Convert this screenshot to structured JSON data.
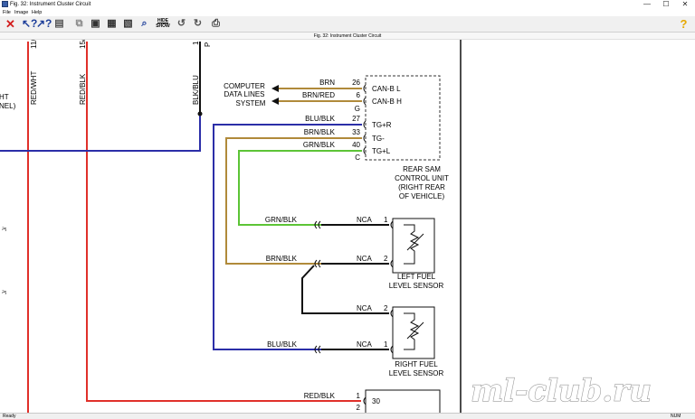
{
  "window": {
    "title": "Fig. 32: Instrument Cluster Circuit",
    "minimize": "—",
    "maximize": "☐",
    "close": "✕"
  },
  "menu": {
    "file": "File",
    "image": "Image",
    "help": "Help"
  },
  "toolbar": {
    "show_label_top": "HIDE",
    "show_label_bottom": "SHOW",
    "help_glyph": "?"
  },
  "document_title": "Fig. 32: Instrument Cluster Circuit",
  "diagram": {
    "left_wires": {
      "redwht_label": "RED/WHT",
      "redwht_pin": "11/",
      "redblk_label": "RED/BLK",
      "redblk_pin": "15/",
      "blkblu_label": "BLK/BLU",
      "blkblu_pin": "1",
      "blkblu_conn": "P",
      "cut_label_1": "HT",
      "cut_label_2": "NEL)",
      "edge_pin_1": "J/",
      "edge_pin_2": "J/"
    },
    "computer_data_lines": {
      "line1": "COMPUTER",
      "line2": "DATA LINES",
      "line3": "SYSTEM"
    },
    "rear_sam": {
      "name_line1": "REAR SAM",
      "name_line2": "CONTROL UNIT",
      "name_line3": "(RIGHT REAR",
      "name_line4": "OF VEHICLE)",
      "pins": [
        {
          "wire": "BRN",
          "pin": "26",
          "signal": "CAN-B L"
        },
        {
          "wire": "BRN/RED",
          "pin": "6",
          "signal": "CAN-B H"
        },
        {
          "wire": "",
          "pin": "G",
          "signal": ""
        },
        {
          "wire": "BLU/BLK",
          "pin": "27",
          "signal": "TG+R"
        },
        {
          "wire": "BRN/BLK",
          "pin": "33",
          "signal": "TG-"
        },
        {
          "wire": "GRN/BLK",
          "pin": "40",
          "signal": "TG+L"
        },
        {
          "wire": "",
          "pin": "C",
          "signal": ""
        }
      ]
    },
    "left_fuel": {
      "name_line1": "LEFT FUEL",
      "name_line2": "LEVEL SENSOR",
      "wire1": "GRN/BLK",
      "nca1": "NCA",
      "pin1": "1",
      "wire2": "BRN/BLK",
      "nca2": "NCA",
      "pin2": "2"
    },
    "right_fuel": {
      "name_line1": "RIGHT FUEL",
      "name_line2": "LEVEL SENSOR",
      "nca2": "NCA",
      "pin2": "2",
      "wire1": "BLU/BLK",
      "nca1": "NCA",
      "pin1": "1"
    },
    "bottom_conn": {
      "wire": "RED/BLK",
      "pin1": "1",
      "pin2": "2",
      "signal": "30"
    },
    "watermark": "ml-club.ru"
  },
  "status": {
    "left": "Ready",
    "right": "NUM"
  },
  "colors": {
    "red": "#e0302a",
    "blue": "#2b2ea8",
    "brown": "#b08a3a",
    "green": "#5cc436",
    "black": "#111111"
  }
}
